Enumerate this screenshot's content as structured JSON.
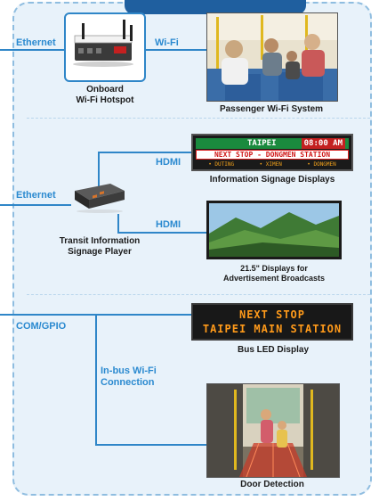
{
  "connections": {
    "ethernet_top": "Ethernet",
    "wifi": "Wi-Fi",
    "hdmi_top": "HDMI",
    "ethernet_mid": "Ethernet",
    "hdmi_mid": "HDMI",
    "com_gpio": "COM/GPIO",
    "in_bus_wifi_line1": "In-bus Wi-Fi",
    "in_bus_wifi_line2": "Connection"
  },
  "devices": {
    "hotspot_line1": "Onboard",
    "hotspot_line2": "Wi-Fi Hotspot",
    "player_line1": "Transit Information",
    "player_line2": "Signage Player"
  },
  "displays": {
    "passenger_wifi": "Passenger Wi-Fi System",
    "info_signage": "Information Signage Displays",
    "ad_line1": "21.5\" Displays for",
    "ad_line2": "Advertisement Broadcasts",
    "bus_led": "Bus LED Display",
    "door_detection": "Door Detection"
  },
  "signage": {
    "city": "TAIPEI",
    "time": "08:00 AM",
    "next_stop": "NEXT STOP - DONGMEN STATION",
    "stop_1": "• DUTING",
    "stop_2": "• XIMEN",
    "stop_3": "• DONGMEN"
  },
  "led": {
    "line1": "NEXT STOP",
    "line2": "TAIPEI MAIN STATION"
  },
  "colors": {
    "connector": "#2f86c8",
    "label": "#2b8ad0",
    "panel": "#e8f2fa"
  }
}
